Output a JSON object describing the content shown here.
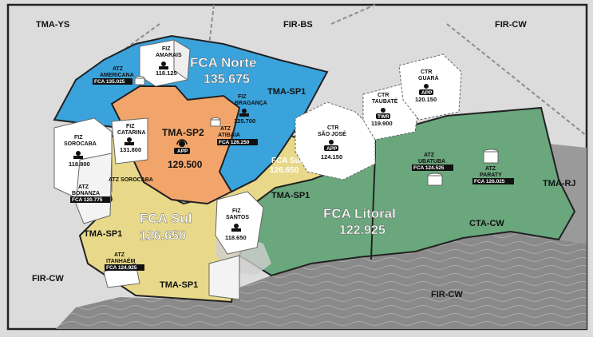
{
  "regions": {
    "tma_ys": "TMA-YS",
    "fir_bs": "FIR-BS",
    "fir_cw_top": "FIR-CW",
    "fir_cw_left": "FIR-CW",
    "fir_cw_bottom": "FIR-CW",
    "tma_rj": "TMA-RJ",
    "cta_cw": "CTA-CW",
    "tma_sp1_a": "TMA-SP1",
    "tma_sp1_b": "TMA-SP1",
    "tma_sp1_c": "TMA-SP1",
    "tma_sp1_d": "TMA-SP1",
    "tma_sp2": "TMA-SP2"
  },
  "fca": {
    "norte_title": "FCA Norte",
    "norte_freq": "135.675",
    "sul_title": "FCA Sul",
    "sul_freq": "126.650",
    "sul_small_title": "FCA Sul",
    "sul_small_freq": "126.650",
    "litoral_title": "FCA Litoral",
    "litoral_freq": "122.925"
  },
  "app_center": {
    "badge": "APP",
    "freq": "129.500"
  },
  "fiz": {
    "amarais": {
      "l1": "FIZ",
      "l2": "AMARAIS",
      "freq": "118.125"
    },
    "braganca": {
      "l1": "FIZ",
      "l2": "BRAGANÇA",
      "freq": "125.700"
    },
    "catarina": {
      "l1": "FIZ",
      "l2": "CATARINA",
      "freq": "131.800"
    },
    "sorocaba": {
      "l1": "FIZ",
      "l2": "SOROCABA",
      "freq": "118.800"
    },
    "santos": {
      "l1": "FIZ",
      "l2": "SANTOS",
      "freq": "118.650"
    }
  },
  "ctr": {
    "sao_jose": {
      "l1": "CTR",
      "l2": "SÃO JOSÉ",
      "badge": "APP",
      "freq": "124.150"
    },
    "taubate": {
      "l1": "CTR",
      "l2": "TAUBATÉ",
      "badge": "TWR",
      "freq": "119.900"
    },
    "guara": {
      "l1": "CTR",
      "l2": "GUARÁ",
      "badge": "APP",
      "freq": "120.150"
    }
  },
  "atz": {
    "americana": {
      "l1": "ATZ",
      "l2": "AMERICANA",
      "fca": "FCA 135.025"
    },
    "atibaia": {
      "l1": "ATZ",
      "l2": "ATIBAIA",
      "fca": "FCA 126.250"
    },
    "sorocaba": {
      "l1": "ATZ SOROCABA"
    },
    "bonanza": {
      "l1": "ATZ",
      "l2": "BONANZA",
      "fca": "FCA 120.775"
    },
    "itanhaem": {
      "l1": "ATZ",
      "l2": "ITANHAÉM",
      "fca": "FCA 124.925"
    },
    "ubatuba": {
      "l1": "ATZ",
      "l2": "UBATUBA",
      "fca": "FCA 124.525"
    },
    "paraty": {
      "l1": "ATZ",
      "l2": "PARATY",
      "fca": "FCA 126.025"
    }
  },
  "colors": {
    "norte": "#3aa3dc",
    "sul": "#e8d98a",
    "litoral": "#6aa77c",
    "sp2": "#f2a56b",
    "land": "#dcdcdc",
    "sea": "#8a8a8a",
    "border": "#222222"
  }
}
